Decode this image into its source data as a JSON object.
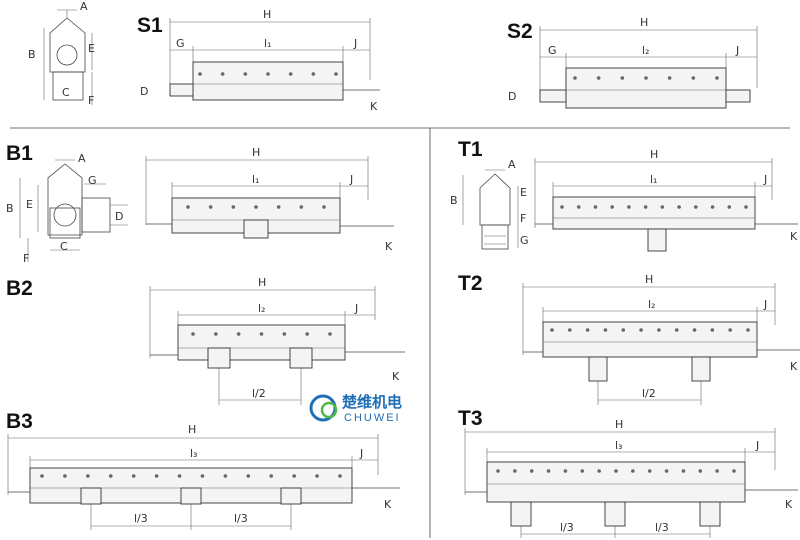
{
  "variants": {
    "S1": {
      "title": "S1",
      "H": "H",
      "G": "G",
      "L": "l₁",
      "J": "J",
      "D": "D",
      "K": "K"
    },
    "S2": {
      "title": "S2",
      "H": "H",
      "G": "G",
      "L": "l₂",
      "J": "J",
      "D": "D",
      "K": "K"
    },
    "B1": {
      "title": "B1",
      "H": "H",
      "L": "l₁",
      "J": "J",
      "K": "K"
    },
    "B2": {
      "title": "B2",
      "H": "H",
      "L": "l₂",
      "J": "J",
      "K": "K",
      "half": "l/2"
    },
    "B3": {
      "title": "B3",
      "H": "H",
      "L": "l₃",
      "J": "J",
      "K": "K",
      "third_a": "l/3",
      "third_b": "l/3"
    },
    "T1": {
      "title": "T1",
      "H": "H",
      "L": "l₁",
      "J": "J",
      "K": "K"
    },
    "T2": {
      "title": "T2",
      "H": "H",
      "L": "l₂",
      "J": "J",
      "K": "K",
      "half": "l/2"
    },
    "T3": {
      "title": "T3",
      "H": "H",
      "L": "l₃",
      "J": "J",
      "K": "K",
      "third_a": "l/3",
      "third_b": "l/3"
    }
  },
  "section_s": {
    "A": "A",
    "B": "B",
    "C": "C",
    "E": "E",
    "F": "F"
  },
  "section_b": {
    "A": "A",
    "B": "B",
    "C": "C",
    "D": "D",
    "E": "E",
    "F": "F",
    "G": "G"
  },
  "section_t": {
    "A": "A",
    "B": "B",
    "E": "E",
    "F": "F",
    "G": "G"
  },
  "logo": {
    "chinese": "楚维机电",
    "english": "CHUWEI",
    "color": "#1f6fb6"
  }
}
